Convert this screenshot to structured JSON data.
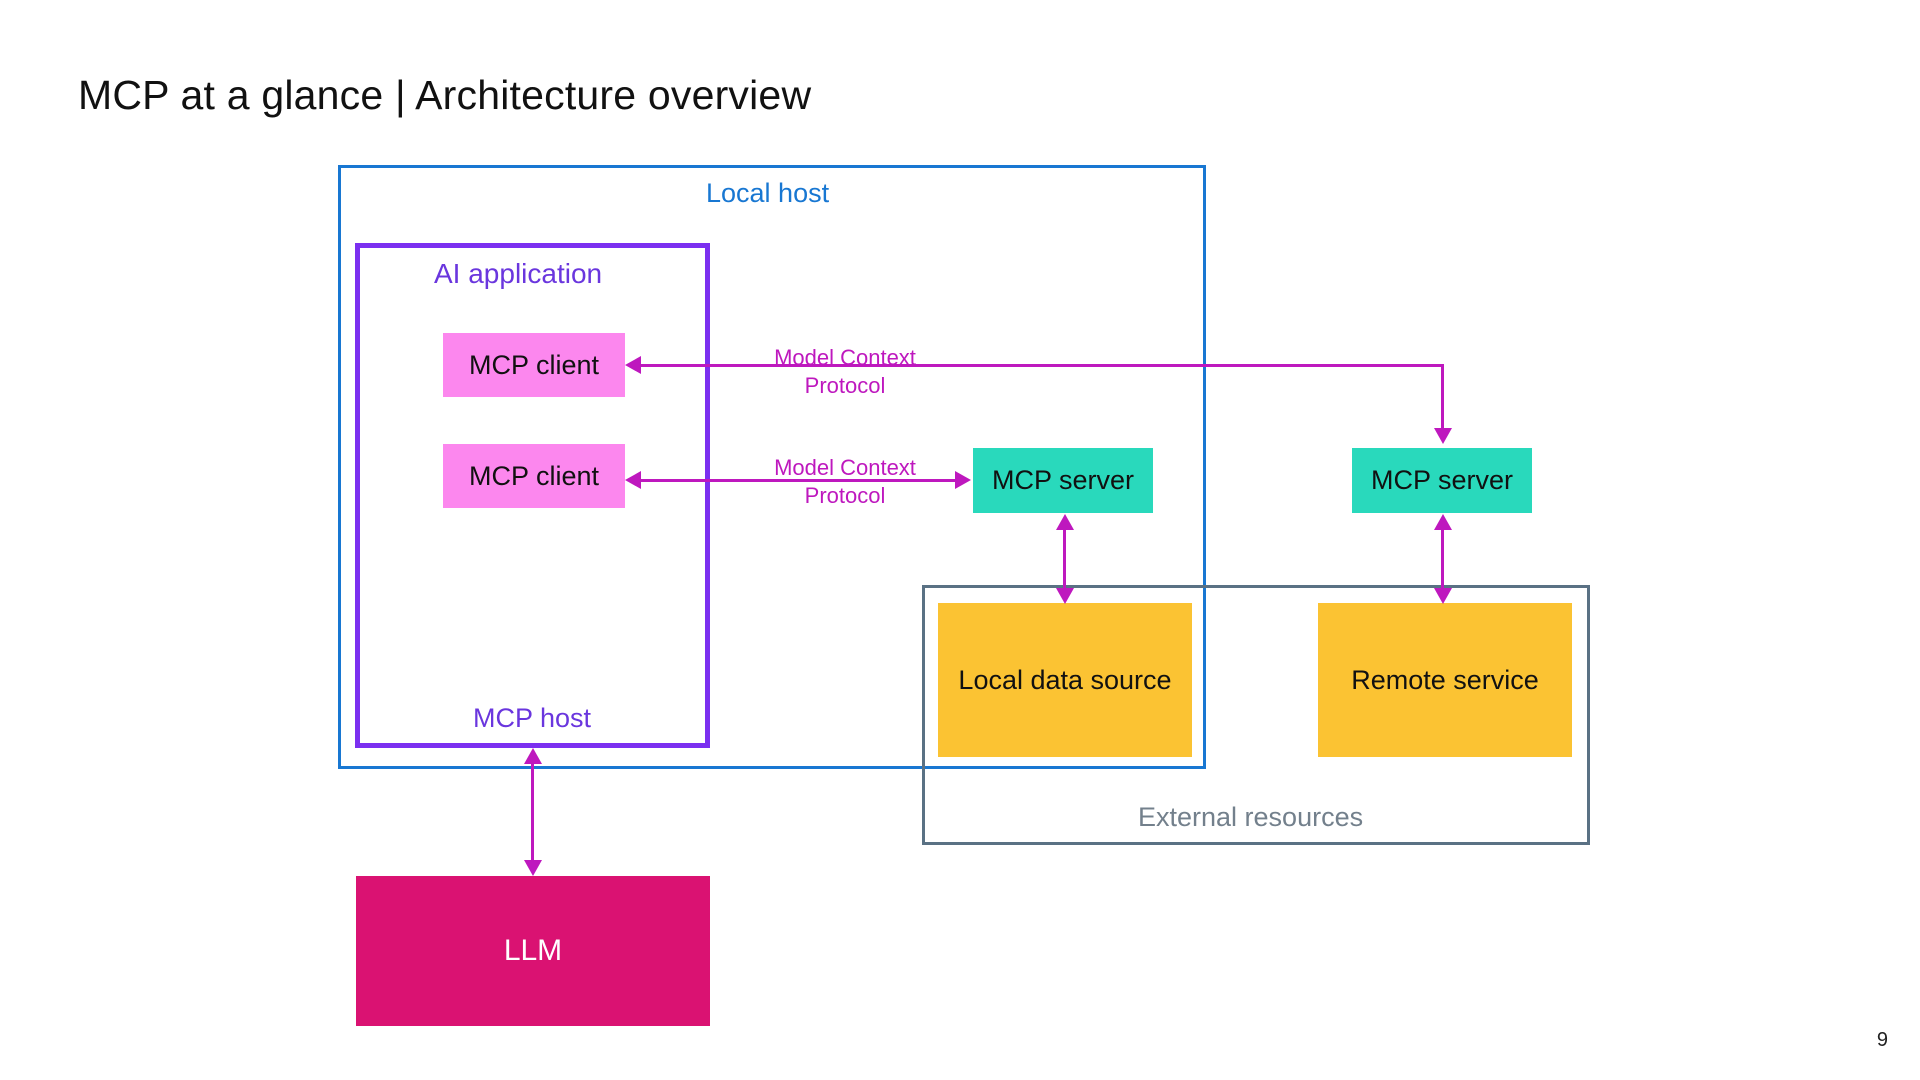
{
  "slide": {
    "title": "MCP at a glance | Architecture overview",
    "page_number": "9"
  },
  "containers": {
    "local_host": {
      "label": "Local host",
      "border_color": "#1877D2"
    },
    "ai_application": {
      "label": "AI application",
      "border_color": "#7B2FF0"
    },
    "mcp_host": {
      "label": "MCP host",
      "text_color": "#6A36DE"
    },
    "external_resources": {
      "label": "External resources",
      "border_color": "#5A7184",
      "text_color": "#73808C"
    }
  },
  "nodes": {
    "mcp_client_1": {
      "label": "MCP client",
      "color": "#FC87EE"
    },
    "mcp_client_2": {
      "label": "MCP client",
      "color": "#FC87EE"
    },
    "mcp_server_1": {
      "label": "MCP server",
      "color": "#29D9BC"
    },
    "mcp_server_2": {
      "label": "MCP server",
      "color": "#29D9BC"
    },
    "local_data_source": {
      "label": "Local data source",
      "color": "#FBC333"
    },
    "remote_service": {
      "label": "Remote service",
      "color": "#FBC333"
    },
    "llm": {
      "label": "LLM",
      "color": "#DA1272"
    }
  },
  "edges": {
    "protocol_1": {
      "label": "Model Context\nProtocol",
      "color": "#BE18BE"
    },
    "protocol_2": {
      "label": "Model Context\nProtocol",
      "color": "#BE18BE"
    }
  }
}
